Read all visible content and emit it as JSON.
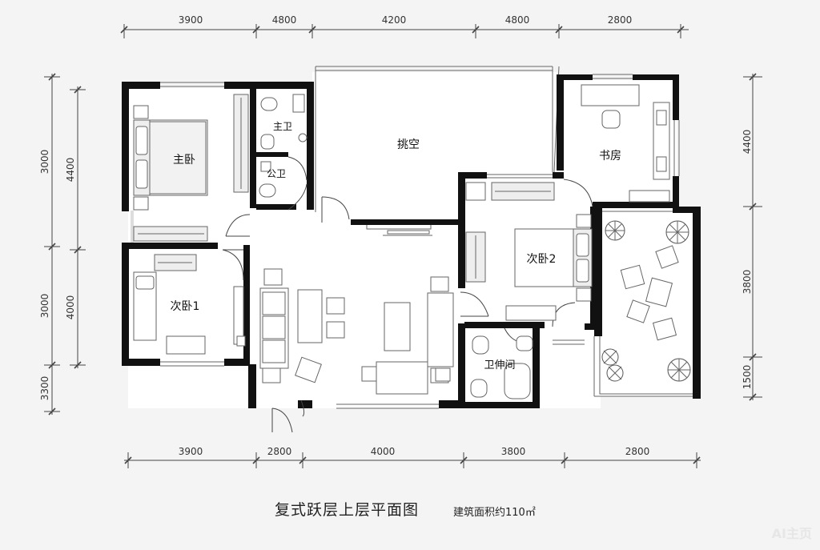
{
  "title": "复式跃层上层平面图",
  "area_label": "建筑面积约110㎡",
  "watermark": "AI主页",
  "dimensions": {
    "top": [
      "3900",
      "4800",
      "4200",
      "4800",
      "2800"
    ],
    "bottom": [
      "3900",
      "2800",
      "4000",
      "3800",
      "2800"
    ],
    "left_outer": [
      "3000",
      "3000",
      "3300"
    ],
    "left_inner": [
      "4400",
      "4000"
    ],
    "right": [
      "4400",
      "3800",
      "1500"
    ]
  },
  "rooms": {
    "master_bedroom": "主卧",
    "master_bath": "主卫",
    "public_bath": "公卫",
    "void": "挑空",
    "study": "书房",
    "bedroom2": "次卧2",
    "bedroom1": "次卧1",
    "bathroom": "卫伸间"
  },
  "colors": {
    "wall": "#111111",
    "line": "#555555",
    "background": "#f4f4f4"
  }
}
